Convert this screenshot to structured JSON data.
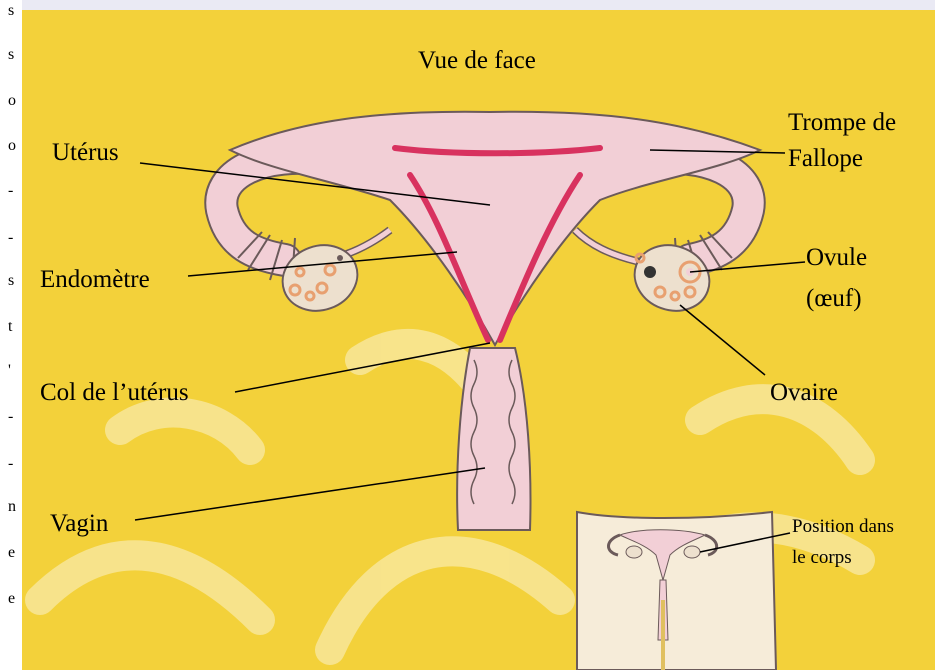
{
  "title": "Vue de face",
  "labels": {
    "uterus": "Utérus",
    "trompe_line1": "Trompe de",
    "trompe_line2": "Fallope",
    "endometre": "Endomètre",
    "ovule_line1": "Ovule",
    "ovule_line2": "(œuf)",
    "col": "Col de l’utérus",
    "ovaire": "Ovaire",
    "vagin": "Vagin",
    "position_line1": "Position dans",
    "position_line2": "le corps"
  },
  "left_strip_chars": [
    "s",
    "s",
    "o",
    "o",
    "-",
    "-",
    "s",
    "t",
    "'",
    "-",
    "-",
    "n",
    "e",
    "e"
  ],
  "colors": {
    "background": "#f3d13a",
    "organ": "#f2cfd6",
    "organ_outline": "#6b5a5a",
    "endometrium": "#d8325f",
    "ovary": "#ede0ce",
    "follicle": "#e8a070",
    "inset": "#f6ecd9"
  }
}
